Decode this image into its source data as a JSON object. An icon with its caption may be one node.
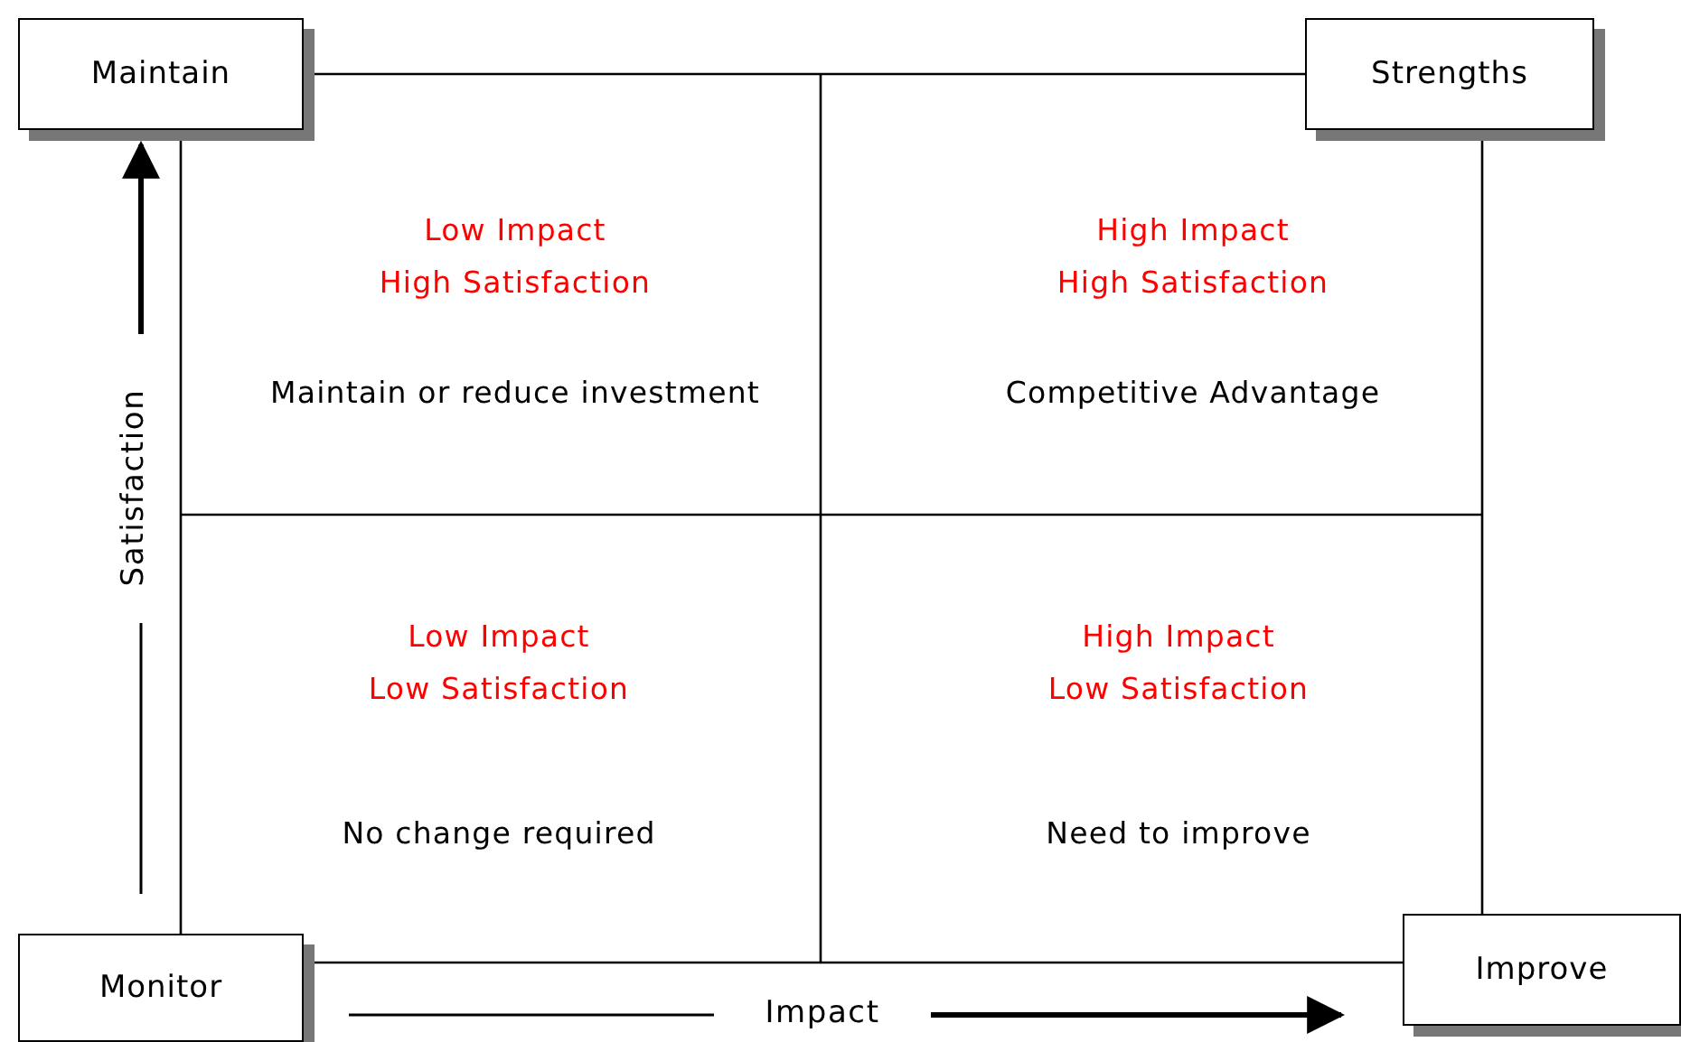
{
  "diagram": {
    "nodes": [
      {
        "text": [
          "Maintain"
        ]
      },
      {
        "text": [
          "Strengths"
        ]
      },
      {
        "text": [
          "Low Impact High Satisfaction",
          "Maintain or reduce investment"
        ]
      },
      {
        "text": [
          "High Impact High Satisfaction",
          "Competitive Advantage"
        ]
      },
      {
        "text": [
          "Low Impact Low Satisfaction",
          "No change required"
        ]
      },
      {
        "text": [
          "High Impact Low Satisfaction",
          "Need to improve"
        ]
      },
      {
        "text": [
          "Monitor"
        ]
      },
      {
        "text": [
          "Improve"
        ]
      }
    ],
    "edges": [
      {
        "from": 0,
        "to": 1,
        "arrow": "none"
      },
      {
        "from": 1,
        "to": 7,
        "arrow": "none"
      },
      {
        "from": 0,
        "to": 6,
        "arrow": "none"
      },
      {
        "from": 6,
        "to": 7,
        "arrow": "none"
      }
    ],
    "labels": [
      "Satisfaction",
      "Impact"
    ]
  }
}
